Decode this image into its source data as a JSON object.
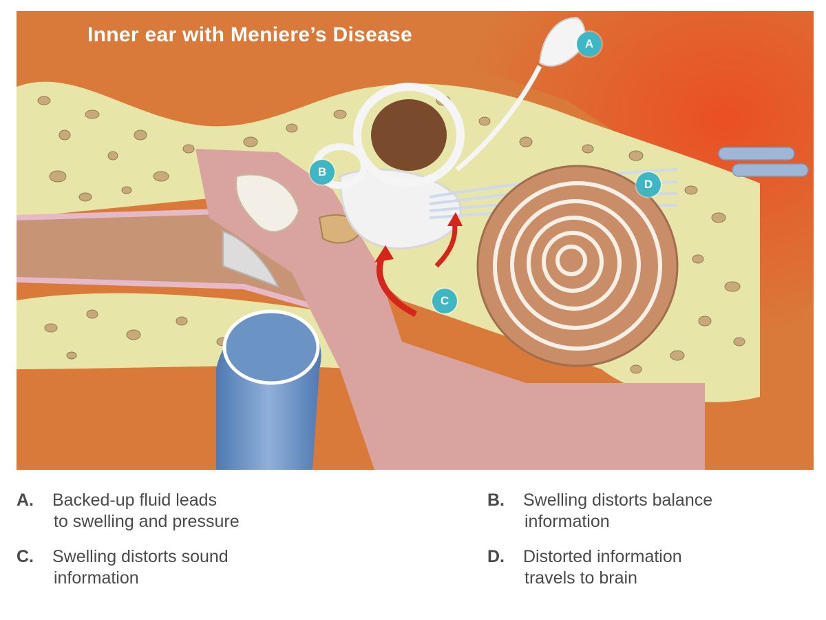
{
  "diagram": {
    "title": "Inner ear with Meniere’s Disease",
    "callouts": {
      "a": "A",
      "b": "B",
      "c": "C",
      "d": "D"
    }
  },
  "legend": {
    "a": {
      "letter": "A.",
      "line1": "Backed-up fluid leads",
      "line2": "to swelling and pressure"
    },
    "b": {
      "letter": "B.",
      "line1": "Swelling distorts balance",
      "line2": "information"
    },
    "c": {
      "letter": "C.",
      "line1": "Swelling distorts sound",
      "line2": "information"
    },
    "d": {
      "letter": "D.",
      "line1": "Distorted information",
      "line2": "travels to brain"
    }
  },
  "colors": {
    "background_orange": "#d9793a",
    "hot_orange": "#e8572a",
    "bone": "#e7e5a8",
    "tissue_pink": "#d9a3a0",
    "cochlea_tan": "#c98e68",
    "vessel_blue": "#6b93c4",
    "callout_teal": "#3fb6c4",
    "fluid_arrow_red": "#d6261b"
  }
}
